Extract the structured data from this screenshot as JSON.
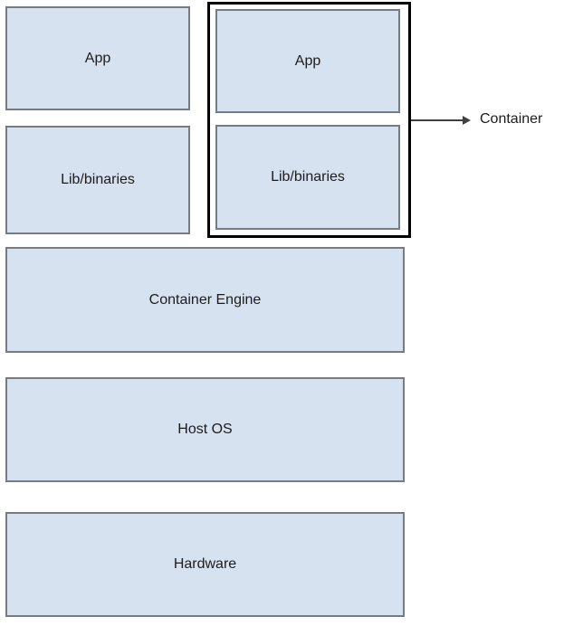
{
  "host_stack": {
    "app_label": "App",
    "lib_label": "Lib/binaries"
  },
  "container_stack": {
    "app_label": "App",
    "lib_label": "Lib/binaries"
  },
  "callout": {
    "label": "Container"
  },
  "layers": [
    {
      "label": "Container Engine"
    },
    {
      "label": "Host OS"
    },
    {
      "label": "Hardware"
    }
  ],
  "colors": {
    "background": "#ffffff",
    "box_fill": "#d7e2f1",
    "box_border": "#767c85",
    "container_outline": "#000000",
    "label_text": "#1c1c1c",
    "arrow": "#404040"
  }
}
